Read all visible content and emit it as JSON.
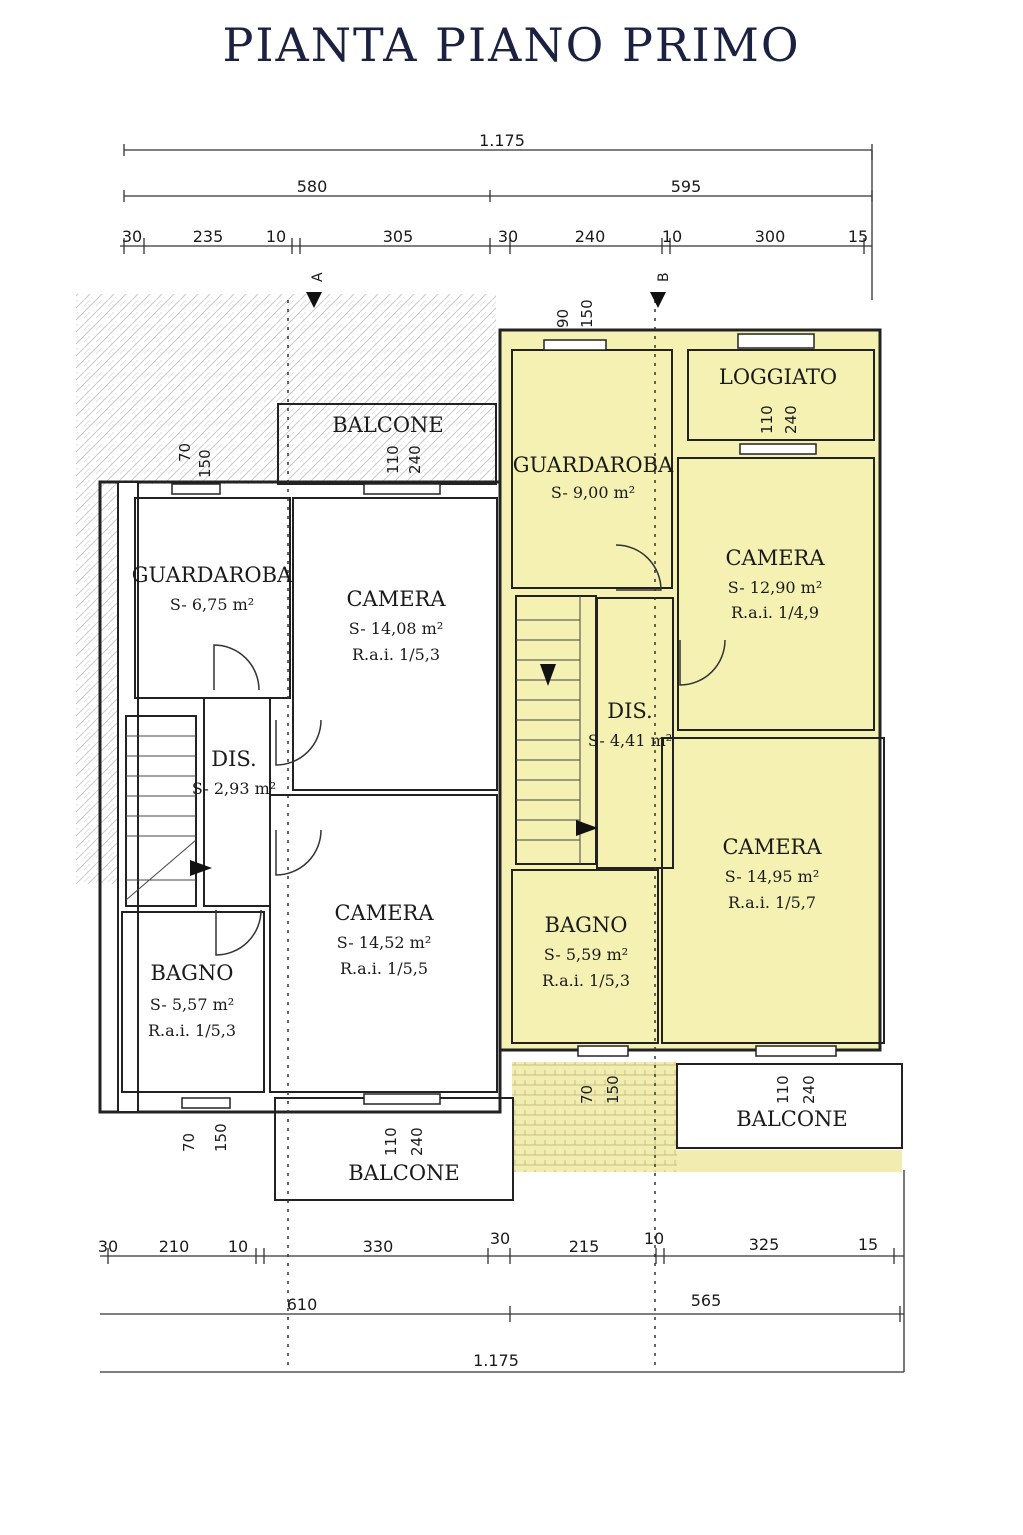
{
  "title": "PIANTA PIANO PRIMO",
  "top_dimensions": {
    "total": "1.175",
    "left_part": "580",
    "right_part": "595",
    "segments": [
      "30",
      "235",
      "10",
      "305",
      "30",
      "240",
      "10",
      "300",
      "15"
    ]
  },
  "bottom_dimensions": {
    "segments": [
      "30",
      "210",
      "10",
      "330",
      "30",
      "215",
      "10",
      "325",
      "15"
    ],
    "left_part": "610",
    "right_part": "565",
    "total": "1.175"
  },
  "section_markers": [
    "A",
    "B"
  ],
  "rooms": {
    "left_guardaroba": {
      "name": "GUARDAROBA",
      "area": "S- 6,75 m²"
    },
    "left_camera_top": {
      "name": "CAMERA",
      "area": "S- 14,08 m²",
      "rai": "R.a.i. 1/5,3"
    },
    "left_dis": {
      "name": "DIS.",
      "area": "S- 2,93 m²"
    },
    "left_camera_bottom": {
      "name": "CAMERA",
      "area": "S- 14,52 m²",
      "rai": "R.a.i. 1/5,5"
    },
    "left_bagno": {
      "name": "BAGNO",
      "area": "S- 5,57 m²",
      "rai": "R.a.i. 1/5,3"
    },
    "left_balcone_top": {
      "name": "BALCONE"
    },
    "left_balcone_bottom": {
      "name": "BALCONE"
    },
    "right_guardaroba": {
      "name": "GUARDAROBA",
      "area": "S- 9,00 m²"
    },
    "right_loggiato": {
      "name": "LOGGIATO"
    },
    "right_camera_top": {
      "name": "CAMERA",
      "area": "S- 12,90 m²",
      "rai": "R.a.i. 1/4,9"
    },
    "right_dis": {
      "name": "DIS.",
      "area": "S- 4,41 m²"
    },
    "right_camera_bottom": {
      "name": "CAMERA",
      "area": "S- 14,95 m²",
      "rai": "R.a.i. 1/5,7"
    },
    "right_bagno": {
      "name": "BAGNO",
      "area": "S- 5,59 m²",
      "rai": "R.a.i. 1/5,3"
    },
    "right_balcone": {
      "name": "BALCONE"
    }
  },
  "windows": {
    "w70_150": {
      "w": "70",
      "h": "150"
    },
    "w110_240": {
      "w": "110",
      "h": "240"
    },
    "w90_150": {
      "w": "90",
      "h": "150"
    }
  },
  "colors": {
    "highlight": "#f4f1b3",
    "wall": "#222222",
    "title": "#1b2140"
  }
}
